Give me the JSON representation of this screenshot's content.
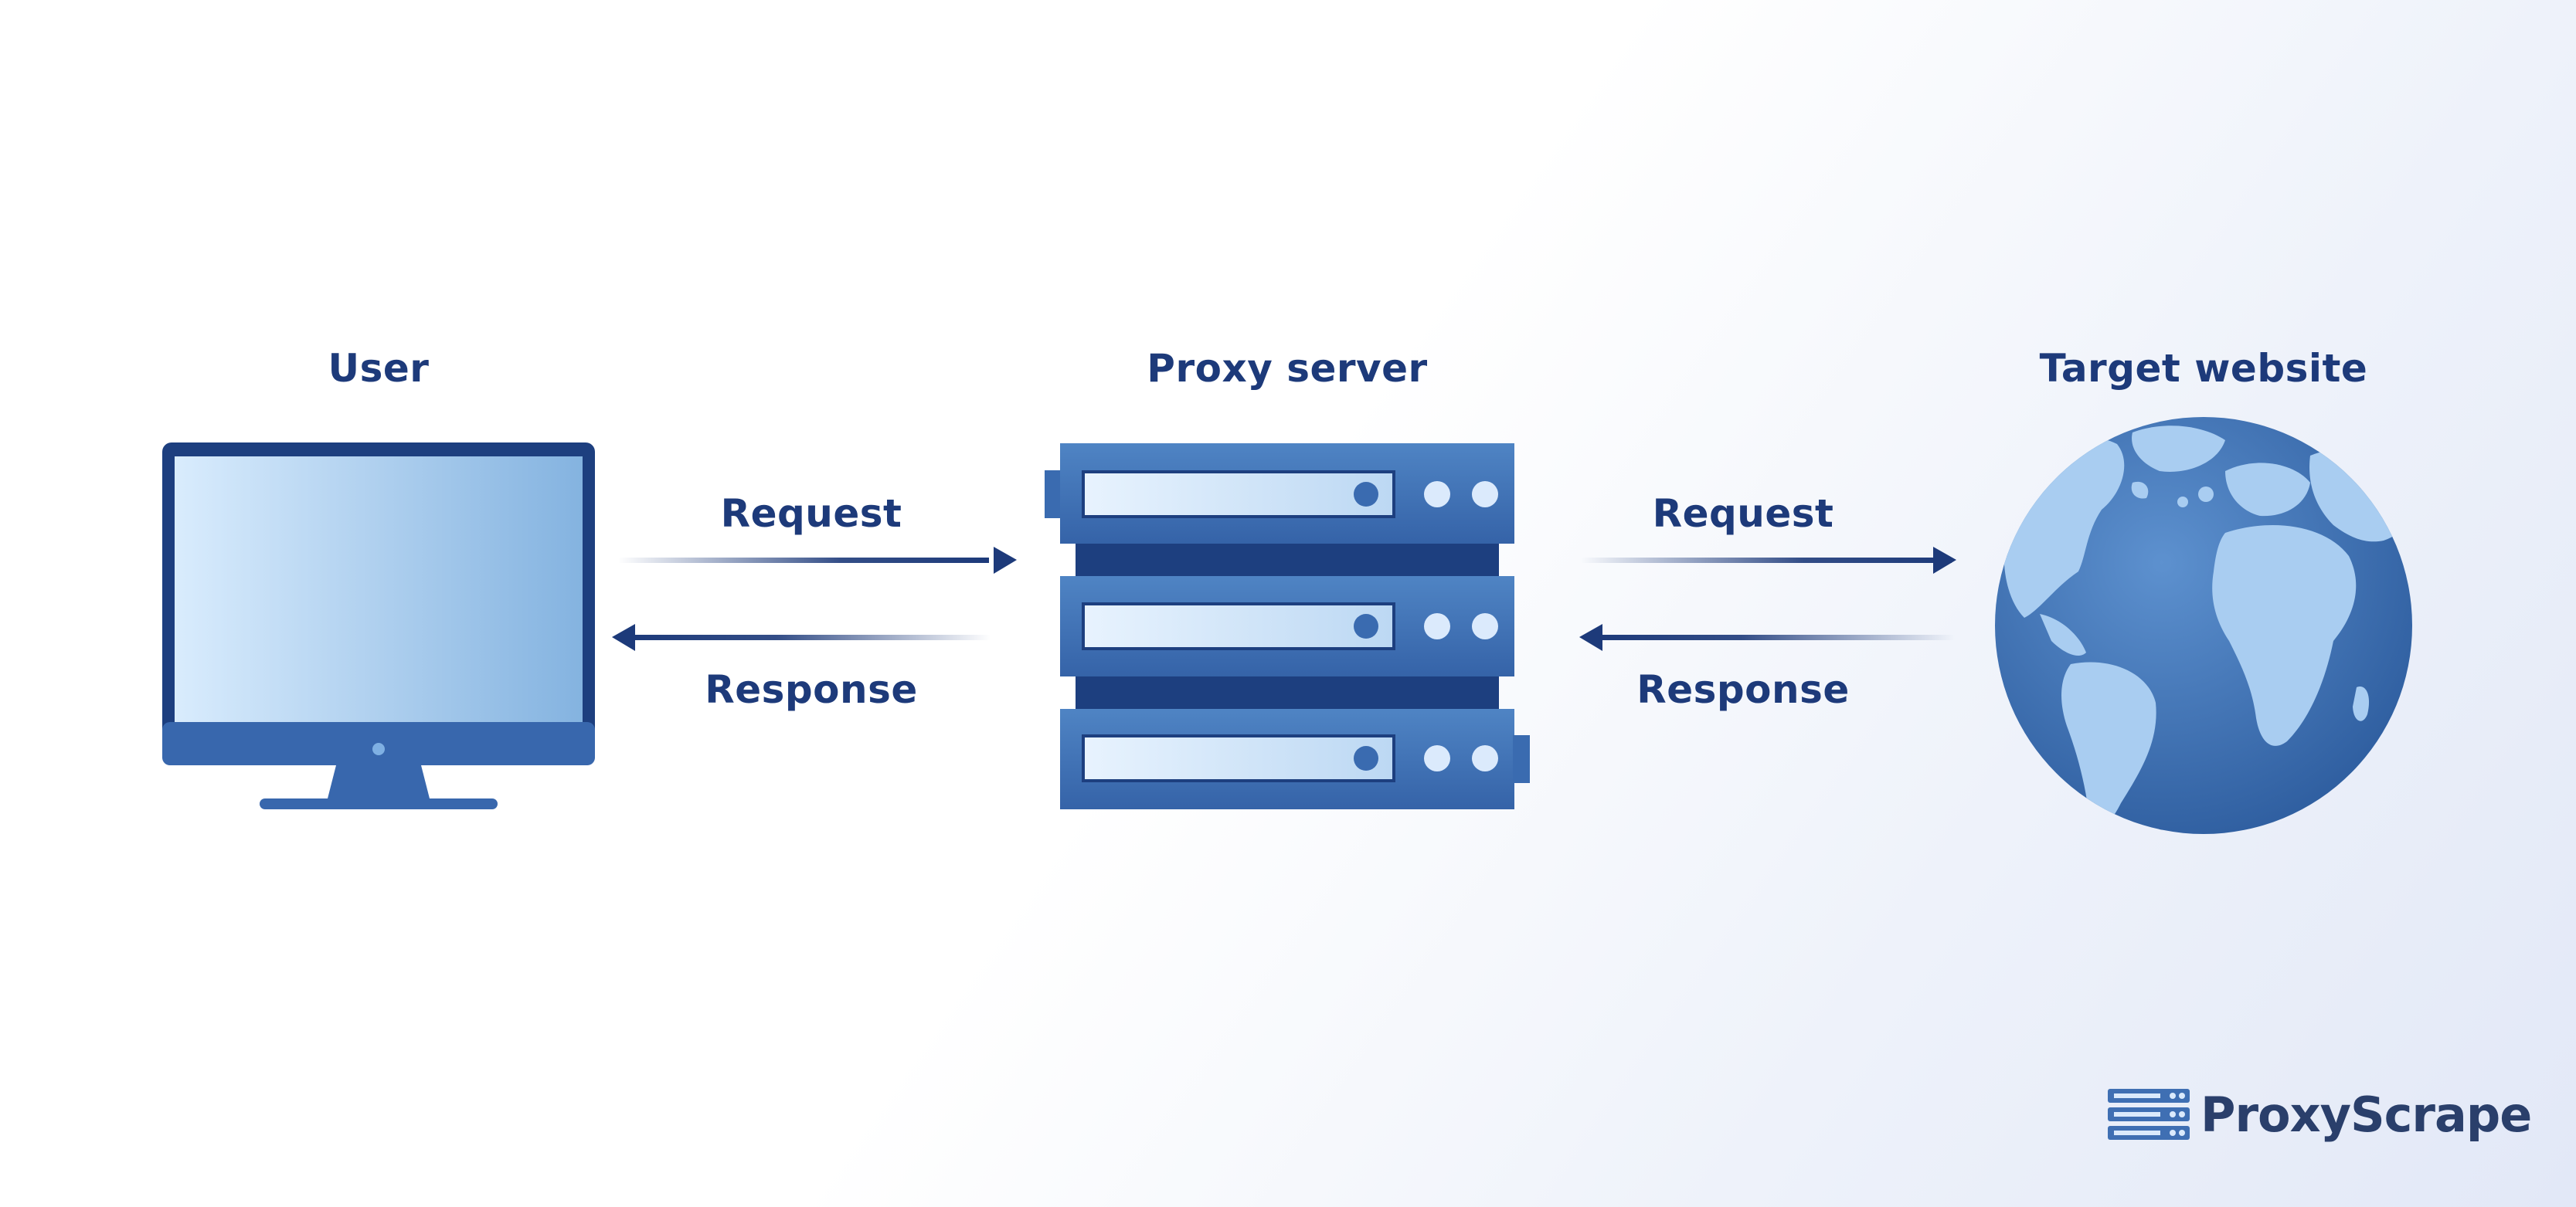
{
  "nodes": {
    "user": {
      "label": "User"
    },
    "proxy": {
      "label": "Proxy server"
    },
    "target": {
      "label": "Target website"
    }
  },
  "connections": [
    {
      "from": "user",
      "to": "proxy",
      "request_label": "Request",
      "response_label": "Response"
    },
    {
      "from": "proxy",
      "to": "target",
      "request_label": "Request",
      "response_label": "Response"
    }
  ],
  "brand": {
    "name": "ProxyScrape",
    "icon": "server-stack-icon"
  },
  "colors": {
    "primary": "#1d3a7a",
    "accent": "#3f6fb3",
    "light": "#cfe3f7"
  }
}
